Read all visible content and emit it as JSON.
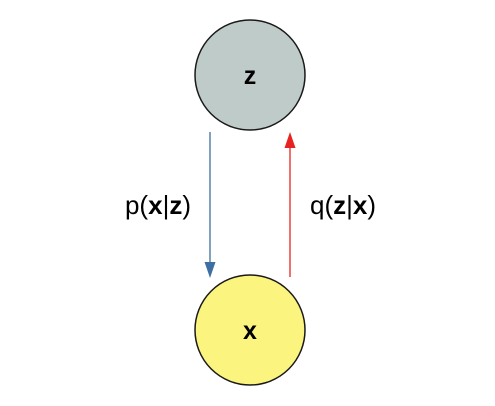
{
  "nodes": {
    "z": {
      "label": "z",
      "fill": "#bfcbc8",
      "stroke": "#1a1a1a"
    },
    "x": {
      "label": "x",
      "fill": "#fbf57f",
      "stroke": "#1a1a1a"
    }
  },
  "edges": {
    "generative": {
      "label_prefix": "p(",
      "label_var1": "x",
      "label_sep": "|",
      "label_var2": "z",
      "label_suffix": ")",
      "color": "#3e6fa3"
    },
    "inference": {
      "label_prefix": "q(",
      "label_var1": "z",
      "label_sep": "|",
      "label_var2": "x",
      "label_suffix": ")",
      "color": "#e8231f"
    }
  }
}
